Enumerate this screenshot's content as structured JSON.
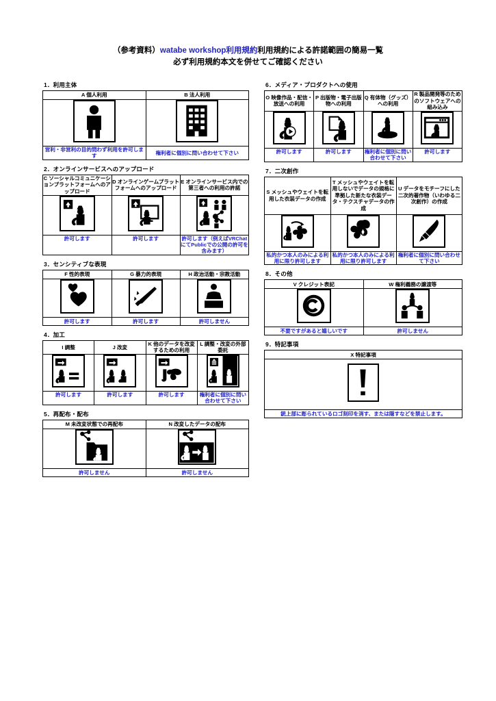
{
  "title": {
    "line1_pre": "（参考資料）",
    "line1_accent": "watabe workshop利用規約",
    "line1_post": "利用規約による許諾範囲の簡易一覧",
    "line2": "必ず利用規約本文を併せてご確認ください"
  },
  "colors": {
    "accent_blue": "#2222cc",
    "text_black": "#000000",
    "background": "#ffffff"
  },
  "sections": [
    {
      "id": "s1",
      "heading": "1．利用主体",
      "columns": [
        {
          "key": "A",
          "label": "A 個人利用",
          "icon": "person-icon",
          "note": "営利・非営利の目的問わず利用を許可します"
        },
        {
          "key": "B",
          "label": "B 法人利用",
          "icon": "building-icon",
          "note": "権利者に個別に問い合わせて下さい"
        }
      ]
    },
    {
      "id": "s2",
      "heading": "2．オンラインサービスへのアップロード",
      "columns": [
        {
          "key": "C",
          "label": "C ソーシャルコミュニケーションプラットフォームへのアップロード",
          "icon": "upload-cat-icon",
          "note": "許可します"
        },
        {
          "key": "D",
          "label": "D オンラインゲームプラットフォームへのアップロード",
          "icon": "upload-monitor-cat-icon",
          "note": "許可します"
        },
        {
          "key": "E",
          "label": "E オンラインサービス内での第三者への利用の許諾",
          "icon": "upload-share-people-icon",
          "note": "許可します（例えばVRChatにてPublicでの公開の許可を含みます）"
        }
      ]
    },
    {
      "id": "s3",
      "heading": "3．センシティブな表現",
      "columns": [
        {
          "key": "F",
          "label": "F 性的表現",
          "icon": "hearts-icon",
          "note": "許可します"
        },
        {
          "key": "G",
          "label": "G 暴力的表現",
          "icon": "knife-icon",
          "note": "許可します"
        },
        {
          "key": "H",
          "label": "H 政治活動・宗教活動",
          "icon": "podium-speaker-icon",
          "note": "許可しません"
        }
      ]
    },
    {
      "id": "s4",
      "heading": "4．加工",
      "columns": [
        {
          "key": "I",
          "label": "I 調整",
          "icon": "arrow-cat-equal-icon",
          "note": "許可します"
        },
        {
          "key": "J",
          "label": "J 改変",
          "icon": "arrow-cat-cat-icon",
          "note": "許可します"
        },
        {
          "key": "K",
          "label": "K 他のデータを改変するための利用",
          "icon": "arrow-cat-ribbon-icon",
          "note": "許可します"
        },
        {
          "key": "L",
          "label": "L 調整・改変の外部委託",
          "icon": "handoff-cats-icon",
          "note": "権利者に個別に問い合わせて下さい"
        }
      ]
    },
    {
      "id": "s5",
      "heading": "5．再配布・配布",
      "columns": [
        {
          "key": "M",
          "label": "M 未改変状態での再配布",
          "icon": "share-folder-cat-icon",
          "note": "許可しません"
        },
        {
          "key": "N",
          "label": "N 改変したデータの配布",
          "icon": "share-modified-cats-icon",
          "note": "許可しません"
        }
      ]
    },
    {
      "id": "s6",
      "heading": "6．メディア・プロダクトへの使用",
      "columns": [
        {
          "key": "O",
          "label": "O 映像作品・配信・放送への利用",
          "icon": "play-cat-icon",
          "note": "許可します"
        },
        {
          "key": "P",
          "label": "P 出版物・電子出版物への利用",
          "icon": "page-cat-icon",
          "note": "許可します"
        },
        {
          "key": "Q",
          "label": "Q 有体物（グッズ）への利用",
          "icon": "figure-stand-cat-icon",
          "note": "権利者に個別に問い合わせて下さい"
        },
        {
          "key": "R",
          "label": "R 製品開発等のためのソフトウェアへの組み込み",
          "icon": "window-cat-icon",
          "note": "許可します"
        }
      ]
    },
    {
      "id": "s7",
      "heading": "7．二次創作",
      "columns": [
        {
          "key": "S",
          "label": "S メッシュやウェイトを転用した衣装データの作成",
          "icon": "cat-to-cloth-icon",
          "note": "私的かつ本人のみによる利用に限り許可します"
        },
        {
          "key": "T",
          "label": "T メッシュやウェイトを転用しないでデータの規格に準拠した新たな衣装データ・テクスチャデータの作成",
          "icon": "cloth-icon",
          "note": "私的かつ本人のみによる利用に限り許可します"
        },
        {
          "key": "U",
          "label": "U データをモチーフにした二次的著作物（いわゆる二次創作）の作成",
          "icon": "paintbrush-icon",
          "note": "権利者に個別に問い合わせて下さい"
        }
      ]
    },
    {
      "id": "s8",
      "heading": "8．その他",
      "columns": [
        {
          "key": "V",
          "label": "V クレジット表記",
          "icon": "copyright-icon",
          "note": "不要ですがあると嬉しいです"
        },
        {
          "key": "W",
          "label": "W 権利義務の譲渡等",
          "icon": "transfer-people-icon",
          "note": "許可しません"
        }
      ]
    },
    {
      "id": "s9",
      "heading": "9．特記事項",
      "columns": [
        {
          "key": "X",
          "label": "X 特記事項",
          "icon": "exclamation-icon",
          "note": "銃上部に彫られているロゴ刻印を消す、または隠すなどを禁止します。"
        }
      ]
    }
  ]
}
